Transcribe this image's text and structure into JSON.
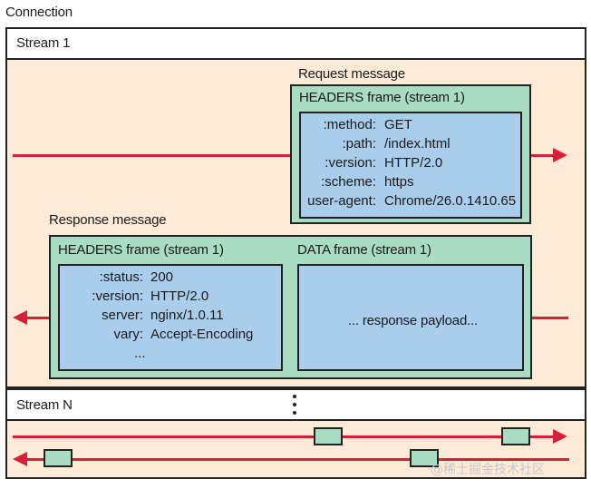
{
  "connection_label": "Connection",
  "stream1_label": "Stream 1",
  "streamN_label": "Stream N",
  "request": {
    "title": "Request message",
    "frame_title": "HEADERS frame (stream 1)",
    "headers": [
      {
        "name": ":method:",
        "value": "GET"
      },
      {
        "name": ":path:",
        "value": "/index.html"
      },
      {
        "name": ":version:",
        "value": "HTTP/2.0"
      },
      {
        "name": ":scheme:",
        "value": "https"
      },
      {
        "name": "user-agent:",
        "value": "Chrome/26.0.1410.65"
      }
    ]
  },
  "response": {
    "title": "Response message",
    "headers_frame_title": "HEADERS frame (stream 1)",
    "headers": [
      {
        "name": ":status:",
        "value": "200"
      },
      {
        "name": ":version:",
        "value": "HTTP/2.0"
      },
      {
        "name": "server:",
        "value": "nginx/1.0.11"
      },
      {
        "name": "vary:",
        "value": "Accept-Encoding"
      }
    ],
    "headers_ellipsis": "...",
    "data_frame_title": "DATA frame (stream 1)",
    "data_payload": "... response payload..."
  },
  "watermark": "@稀土掘金技术社区",
  "colors": {
    "stream_bg": "#fdebd8",
    "frame_green": "#a8dcc3",
    "frame_blue": "#a9cdea",
    "arrow_red": "#d6203a"
  }
}
